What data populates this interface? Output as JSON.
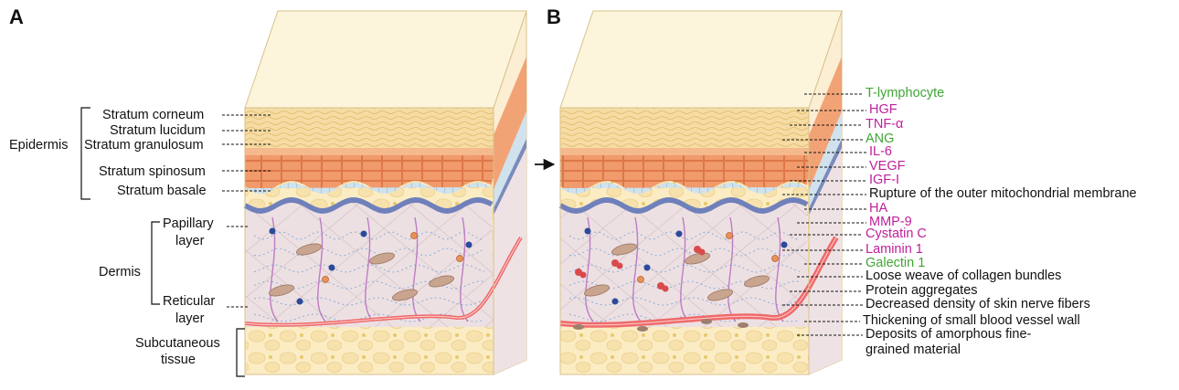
{
  "panels": {
    "a_letter": "A",
    "b_letter": "B"
  },
  "colors": {
    "green_marker": "#3fa535",
    "magenta_marker": "#c0209a"
  },
  "panel_a": {
    "layers": [
      "Stratum corneum",
      "Stratum lucidum",
      "Stratum granulosum",
      "Stratum spinosum",
      "Stratum basale"
    ],
    "epidermis": "Epidermis",
    "dermis": "Dermis",
    "papillary": [
      "Papillary",
      "layer"
    ],
    "reticular": [
      "Reticular",
      "layer"
    ],
    "subcutaneous": [
      "Subcutaneous",
      "tissue"
    ]
  },
  "panel_b": {
    "markers": [
      {
        "text": "T-lymphocyte",
        "color": "green"
      },
      {
        "text": "HGF",
        "color": "magenta"
      },
      {
        "text": "TNF-α",
        "color": "magenta"
      },
      {
        "text": "ANG",
        "color": "green"
      },
      {
        "text": "IL-6",
        "color": "magenta"
      },
      {
        "text": "VEGF",
        "color": "magenta"
      },
      {
        "text": "IGF-I",
        "color": "magenta"
      },
      {
        "text": "Rupture of the outer mitochondrial membrane",
        "color": "black"
      },
      {
        "text": "HA",
        "color": "magenta"
      },
      {
        "text": "MMP-9",
        "color": "magenta"
      },
      {
        "text": "Cystatin C",
        "color": "magenta"
      },
      {
        "text": "Laminin 1",
        "color": "magenta"
      },
      {
        "text": "Galectin 1",
        "color": "green"
      },
      {
        "text": "Loose weave of collagen bundles",
        "color": "black"
      },
      {
        "text": "Protein aggregates",
        "color": "black"
      },
      {
        "text": "Decreased density of skin nerve fibers",
        "color": "black"
      },
      {
        "text": "Thickening of small blood vessel wall",
        "color": "black"
      },
      {
        "text": "Deposits of amorphous fine-",
        "color": "black"
      },
      {
        "text": "grained material",
        "color": "black"
      }
    ]
  }
}
